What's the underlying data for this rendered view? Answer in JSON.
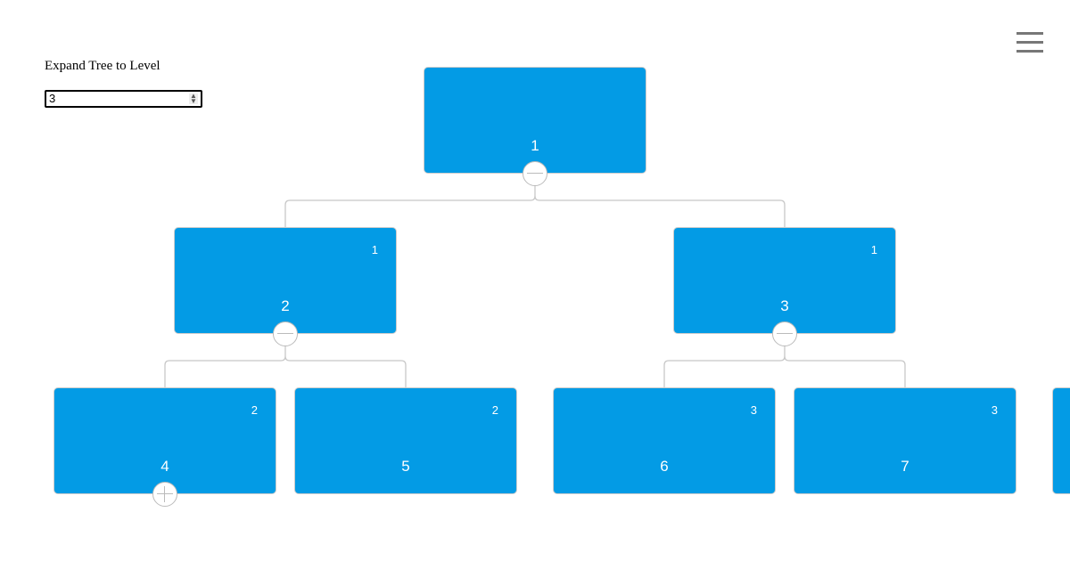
{
  "controls": {
    "expand_label": "Expand Tree to Level",
    "expand_value": "3"
  },
  "menu_icon": "hamburger-icon",
  "node_color": "#039be5",
  "nodes": [
    {
      "id": "1",
      "parent": ""
    },
    {
      "id": "2",
      "parent": "1"
    },
    {
      "id": "3",
      "parent": "1"
    },
    {
      "id": "4",
      "parent": "2"
    },
    {
      "id": "5",
      "parent": "2"
    },
    {
      "id": "6",
      "parent": "3"
    },
    {
      "id": "7",
      "parent": "3"
    }
  ]
}
